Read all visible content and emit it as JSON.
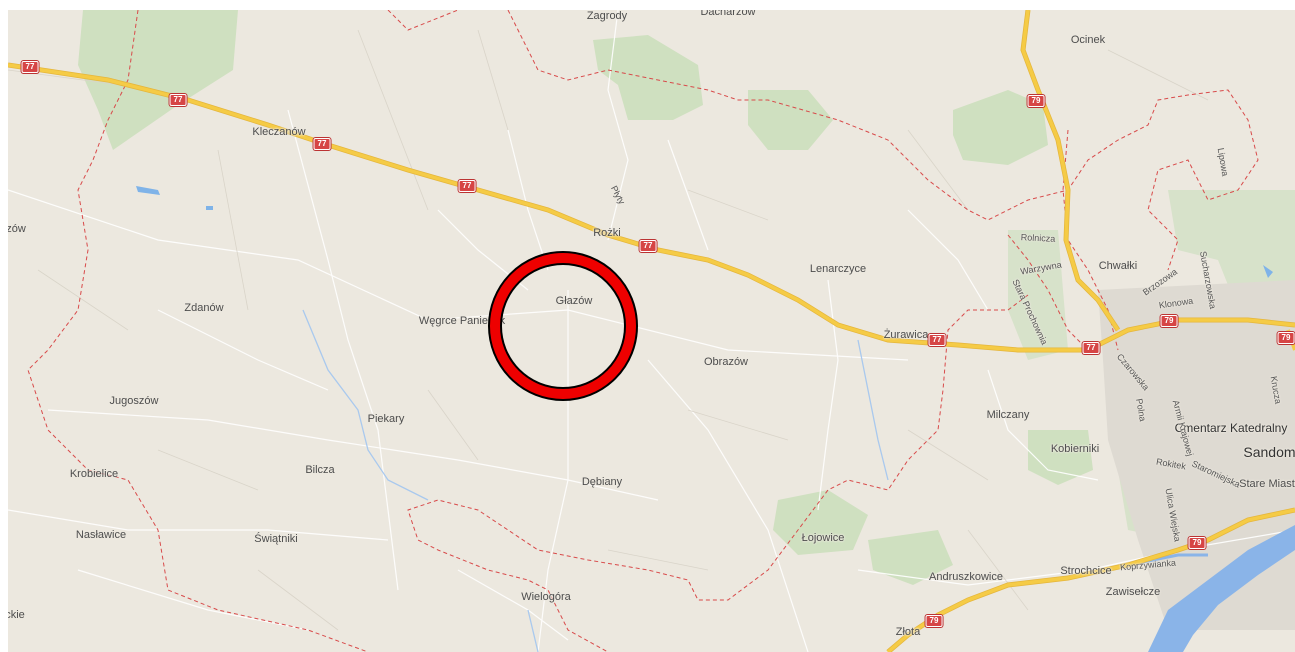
{
  "map": {
    "places": [
      {
        "key": "zagrody",
        "name": "Zagrody"
      },
      {
        "key": "dacharzow",
        "name": "Dacharzów"
      },
      {
        "key": "ocinek",
        "name": "Ocinek"
      },
      {
        "key": "kleczanow",
        "name": "Kleczanów"
      },
      {
        "key": "zow",
        "name": "zów"
      },
      {
        "key": "rozki",
        "name": "Rożki"
      },
      {
        "key": "lenarczyce",
        "name": "Lenarczyce"
      },
      {
        "key": "chwalki",
        "name": "Chwałki"
      },
      {
        "key": "zdanow",
        "name": "Zdanów"
      },
      {
        "key": "glazow",
        "name": "Głazów"
      },
      {
        "key": "wegrce",
        "name": "Węgrce Panieńsk"
      },
      {
        "key": "zurawica",
        "name": "Żurawica"
      },
      {
        "key": "obrazow",
        "name": "Obrazów"
      },
      {
        "key": "jugoszow",
        "name": "Jugoszów"
      },
      {
        "key": "piekary",
        "name": "Piekary"
      },
      {
        "key": "milczany",
        "name": "Milczany"
      },
      {
        "key": "cmentarz",
        "name": "Cmentarz Katedralny"
      },
      {
        "key": "kobierniki",
        "name": "Kobierniki"
      },
      {
        "key": "sandomi",
        "name": "Sandomi"
      },
      {
        "key": "krobielice",
        "name": "Krobielice"
      },
      {
        "key": "bilcza",
        "name": "Bilcza"
      },
      {
        "key": "debiany",
        "name": "Dębiany"
      },
      {
        "key": "stare_miasto",
        "name": "Stare Miasto"
      },
      {
        "key": "naslawice",
        "name": "Nasławice"
      },
      {
        "key": "swiatniki",
        "name": "Świątniki"
      },
      {
        "key": "lojowice",
        "name": "Łojowice"
      },
      {
        "key": "andruszkowice",
        "name": "Andruszkowice"
      },
      {
        "key": "strochcice",
        "name": "Strochcice"
      },
      {
        "key": "wielogora",
        "name": "Wielogóra"
      },
      {
        "key": "zawiselcze",
        "name": "Zawisełcze"
      },
      {
        "key": "ckie",
        "name": "ckie"
      },
      {
        "key": "zlota",
        "name": "Złota"
      }
    ],
    "streets": [
      {
        "key": "plyty",
        "name": "Płyty"
      },
      {
        "key": "rolnicza",
        "name": "Rolnicza"
      },
      {
        "key": "warzywna",
        "name": "Warzywna"
      },
      {
        "key": "stara_prochownia",
        "name": "Stara Prochownia"
      },
      {
        "key": "sucharzowska",
        "name": "Sucharzowska"
      },
      {
        "key": "brzozowa",
        "name": "Brzozowa"
      },
      {
        "key": "klonowa",
        "name": "Klonowa"
      },
      {
        "key": "lipowa",
        "name": "Lipowa"
      },
      {
        "key": "czarowska",
        "name": "Czarowska"
      },
      {
        "key": "armii_krajowej",
        "name": "Armii Krajowej"
      },
      {
        "key": "polna",
        "name": "Polna"
      },
      {
        "key": "rokitek",
        "name": "Rokitek"
      },
      {
        "key": "staromiejska",
        "name": "Staromiejska"
      },
      {
        "key": "krucza",
        "name": "Krucza"
      },
      {
        "key": "koprzywianka",
        "name": "Koprzywianka"
      },
      {
        "key": "ulica_wiejska",
        "name": "Ulica Wiejska"
      }
    ],
    "shields": [
      {
        "key": "s77a",
        "route": "77"
      },
      {
        "key": "s77b",
        "route": "77"
      },
      {
        "key": "s77c",
        "route": "77"
      },
      {
        "key": "s77d",
        "route": "77"
      },
      {
        "key": "s77e",
        "route": "77"
      },
      {
        "key": "s77f",
        "route": "77"
      },
      {
        "key": "s77g",
        "route": "77"
      },
      {
        "key": "s79a",
        "route": "79"
      },
      {
        "key": "s79b",
        "route": "79"
      },
      {
        "key": "s79c",
        "route": "79"
      },
      {
        "key": "s79d",
        "route": "79"
      },
      {
        "key": "s79e",
        "route": "79"
      }
    ],
    "colors": {
      "background": "#ece8df",
      "highway": "#f5cb46",
      "border": "#d84a4a",
      "forest": "#cfe0c0",
      "water": "#7fb3e8",
      "shield": "#d64545",
      "marker": "#ee0000"
    },
    "marker_icon": "circle-marker-icon"
  }
}
